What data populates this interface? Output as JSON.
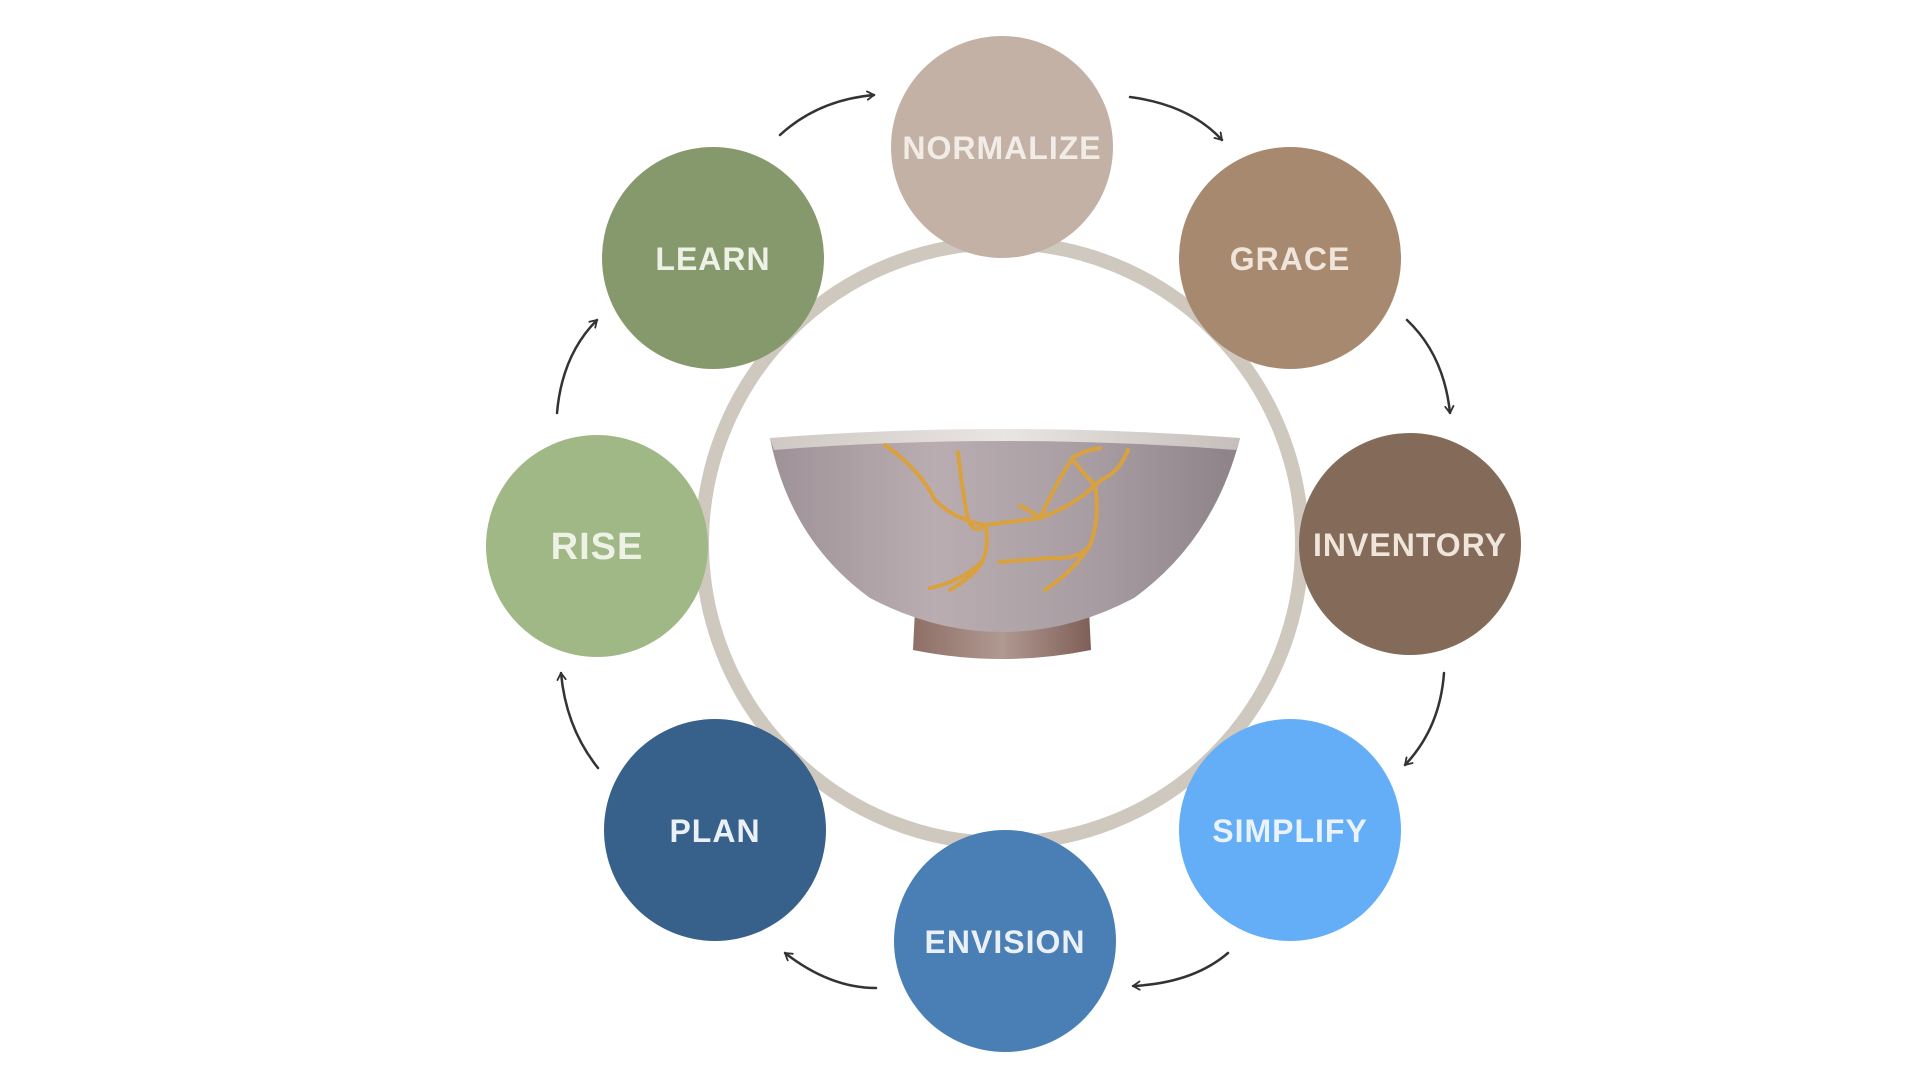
{
  "diagram": {
    "type": "cycle",
    "steps": [
      {
        "id": "normalize",
        "label": "NORMALIZE",
        "color": "#C3B1A5",
        "text_color": "#F1ECE6"
      },
      {
        "id": "grace",
        "label": "GRACE",
        "color": "#A78970",
        "text_color": "#EFE5DA"
      },
      {
        "id": "inventory",
        "label": "INVENTORY",
        "color": "#836A59",
        "text_color": "#EFE5DA"
      },
      {
        "id": "simplify",
        "label": "SIMPLIFY",
        "color": "#63AEF7",
        "text_color": "#EAF2FA"
      },
      {
        "id": "envision",
        "label": "ENVISION",
        "color": "#497FB5",
        "text_color": "#EAF0F6"
      },
      {
        "id": "plan",
        "label": "PLAN",
        "color": "#37608A",
        "text_color": "#EAF0F6"
      },
      {
        "id": "rise",
        "label": "RISE",
        "color": "#A0B886",
        "text_color": "#EEF1E6"
      },
      {
        "id": "learn",
        "label": "LEARN",
        "color": "#86996D",
        "text_color": "#EEF1E6"
      }
    ],
    "ring_color": "#CFC8BE",
    "arrow_color": "#333333",
    "center_image": "kintsugi-bowl"
  }
}
